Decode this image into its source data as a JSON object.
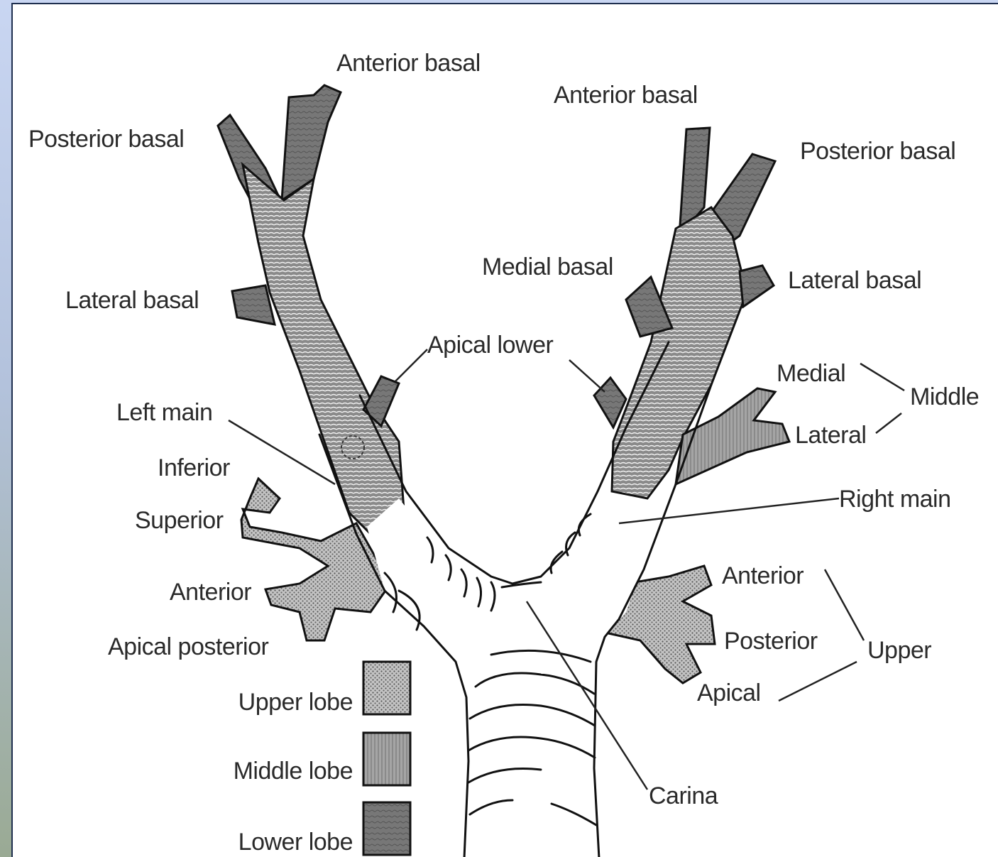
{
  "labels": {
    "left_anterior_basal": "Anterior basal",
    "right_anterior_basal": "Anterior basal",
    "left_posterior_basal": "Posterior basal",
    "right_posterior_basal": "Posterior basal",
    "medial_basal": "Medial basal",
    "left_lateral_basal": "Lateral basal",
    "right_lateral_basal": "Lateral basal",
    "apical_lower": "Apical lower",
    "medial": "Medial",
    "middle": "Middle",
    "lateral": "Lateral",
    "left_main": "Left main",
    "inferior": "Inferior",
    "superior": "Superior",
    "right_main": "Right main",
    "left_anterior": "Anterior",
    "right_anterior": "Anterior",
    "apical_posterior": "Apical posterior",
    "posterior": "Posterior",
    "upper": "Upper",
    "apical": "Apical",
    "carina": "Carina"
  },
  "legend": [
    {
      "label": "Upper lobe",
      "pattern": "upper-dots"
    },
    {
      "label": "Middle lobe",
      "pattern": "middle-vertical"
    },
    {
      "label": "Lower lobe",
      "pattern": "lower-dark"
    }
  ],
  "colors": {
    "upper_lobe": "#b8b8b8",
    "middle_lobe": "#9a9a9a",
    "lower_lobe": "#6e6e6e",
    "ink": "#111111"
  }
}
